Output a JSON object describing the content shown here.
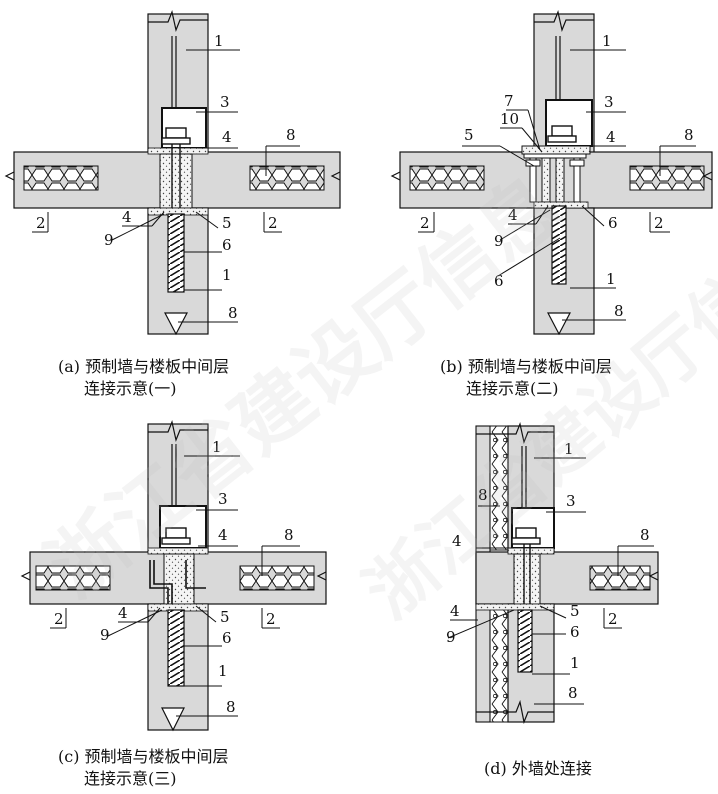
{
  "panels": [
    {
      "id": "a",
      "caption_line1": "(a) 预制墙与楼板中间层",
      "caption_line2": "连接示意(一)"
    },
    {
      "id": "b",
      "caption_line1": "(b) 预制墙与楼板中间层",
      "caption_line2": "连接示意(二)"
    },
    {
      "id": "c",
      "caption_line1": "(c) 预制墙与楼板中间层",
      "caption_line2": "连接示意(三)"
    },
    {
      "id": "d",
      "caption_line1": "(d) 外墙处连接",
      "caption_line2": ""
    }
  ],
  "watermark": {
    "text1": "浙江省建设厅信息",
    "text2": "浙江省建设厅信息专用"
  },
  "colors": {
    "concrete": "#d9d9d9",
    "line": "#111111",
    "grout": "#f2f2f2",
    "insulation": "#ffffff"
  }
}
